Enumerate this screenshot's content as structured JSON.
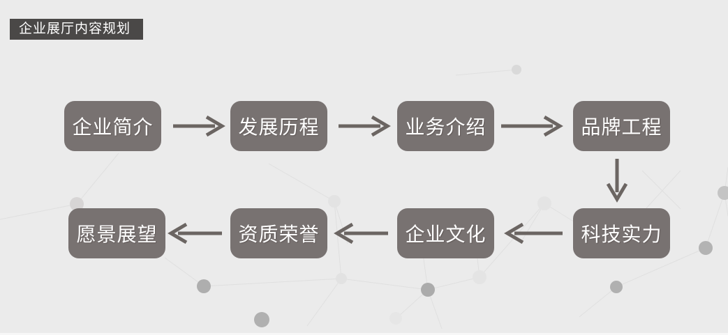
{
  "title": {
    "label": "企业展厅内容规划"
  },
  "flow": {
    "row1": [
      {
        "label": "企业简介"
      },
      {
        "label": "发展历程"
      },
      {
        "label": "业务介绍"
      },
      {
        "label": "品牌工程"
      }
    ],
    "row2": [
      {
        "label": "愿景展望"
      },
      {
        "label": "资质荣誉"
      },
      {
        "label": "企业文化"
      },
      {
        "label": "科技实力"
      }
    ],
    "connections": [
      "企业简介 → 发展历程",
      "发展历程 → 业务介绍",
      "业务介绍 → 品牌工程",
      "品牌工程 → 科技实力",
      "科技实力 → 企业文化",
      "企业文化 → 资质荣誉",
      "资质荣誉 → 愿景展望"
    ]
  },
  "colors": {
    "background": "#ebebeb",
    "title_badge_bg": "#4a4847",
    "node_fill": "#787271",
    "arrow": "#6b6562",
    "text": "#ffffff",
    "decor_dot_dark": "#aeaeae",
    "decor_dot_light": "#e3e3e3",
    "decor_line": "#dcdcdc"
  }
}
